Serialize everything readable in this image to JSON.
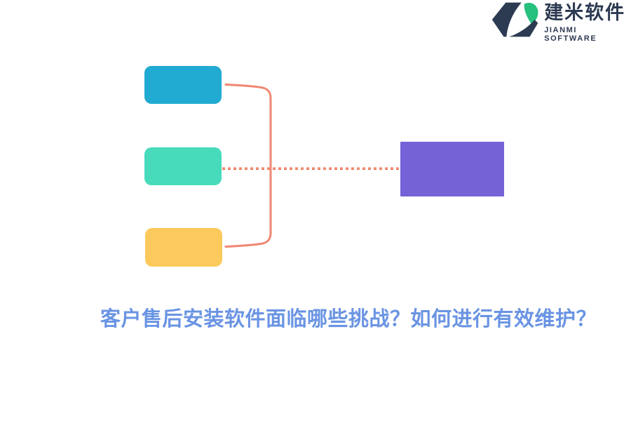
{
  "logo": {
    "brand_cn": "建米软件",
    "brand_en": "JIANMI SOFTWARE",
    "navy": "#2C3A52",
    "green": "#25C17D"
  },
  "diagram": {
    "nodes": {
      "top": {
        "color": "#21AAD2"
      },
      "middle": {
        "color": "#47DBBC"
      },
      "bottom": {
        "color": "#FCC95C"
      },
      "result": {
        "color": "#7562D7"
      }
    },
    "connector": {
      "solid_color": "#EF8770",
      "dash_light": "#F6AC9B",
      "dash_dark": "#EC7658"
    }
  },
  "title": {
    "text": "客户售后安装软件面临哪些挑战？如何进行有效维护？",
    "color": "#6A94E3"
  }
}
